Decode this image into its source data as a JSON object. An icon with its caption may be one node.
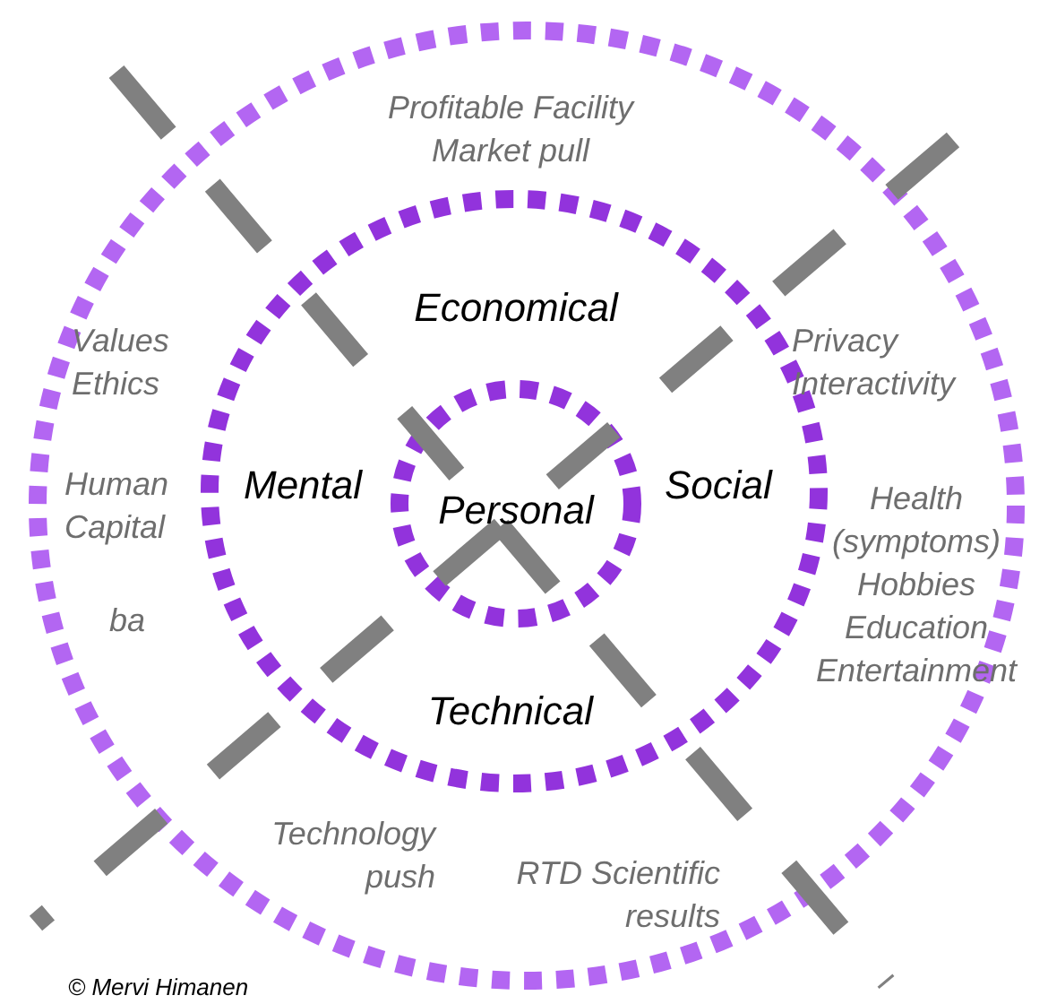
{
  "diagram": {
    "nodes": [
      {
        "text": [],
        "shape": "circle"
      },
      {
        "text": [],
        "shape": "circle",
        "in": 0
      },
      {
        "text": [
          "Personal"
        ],
        "in": 1
      }
    ],
    "labels": [
      "Profitable Facility Market pull",
      "Economical",
      "Values Ethics",
      "Privacy Interactivity",
      "Human Capital",
      "Mental",
      "Social",
      "Health (symptoms) Hobbies Education Entertainment",
      "ba",
      "Technical",
      "Technology push",
      "RTD Scientific results",
      "© Mervi Himanen"
    ]
  }
}
